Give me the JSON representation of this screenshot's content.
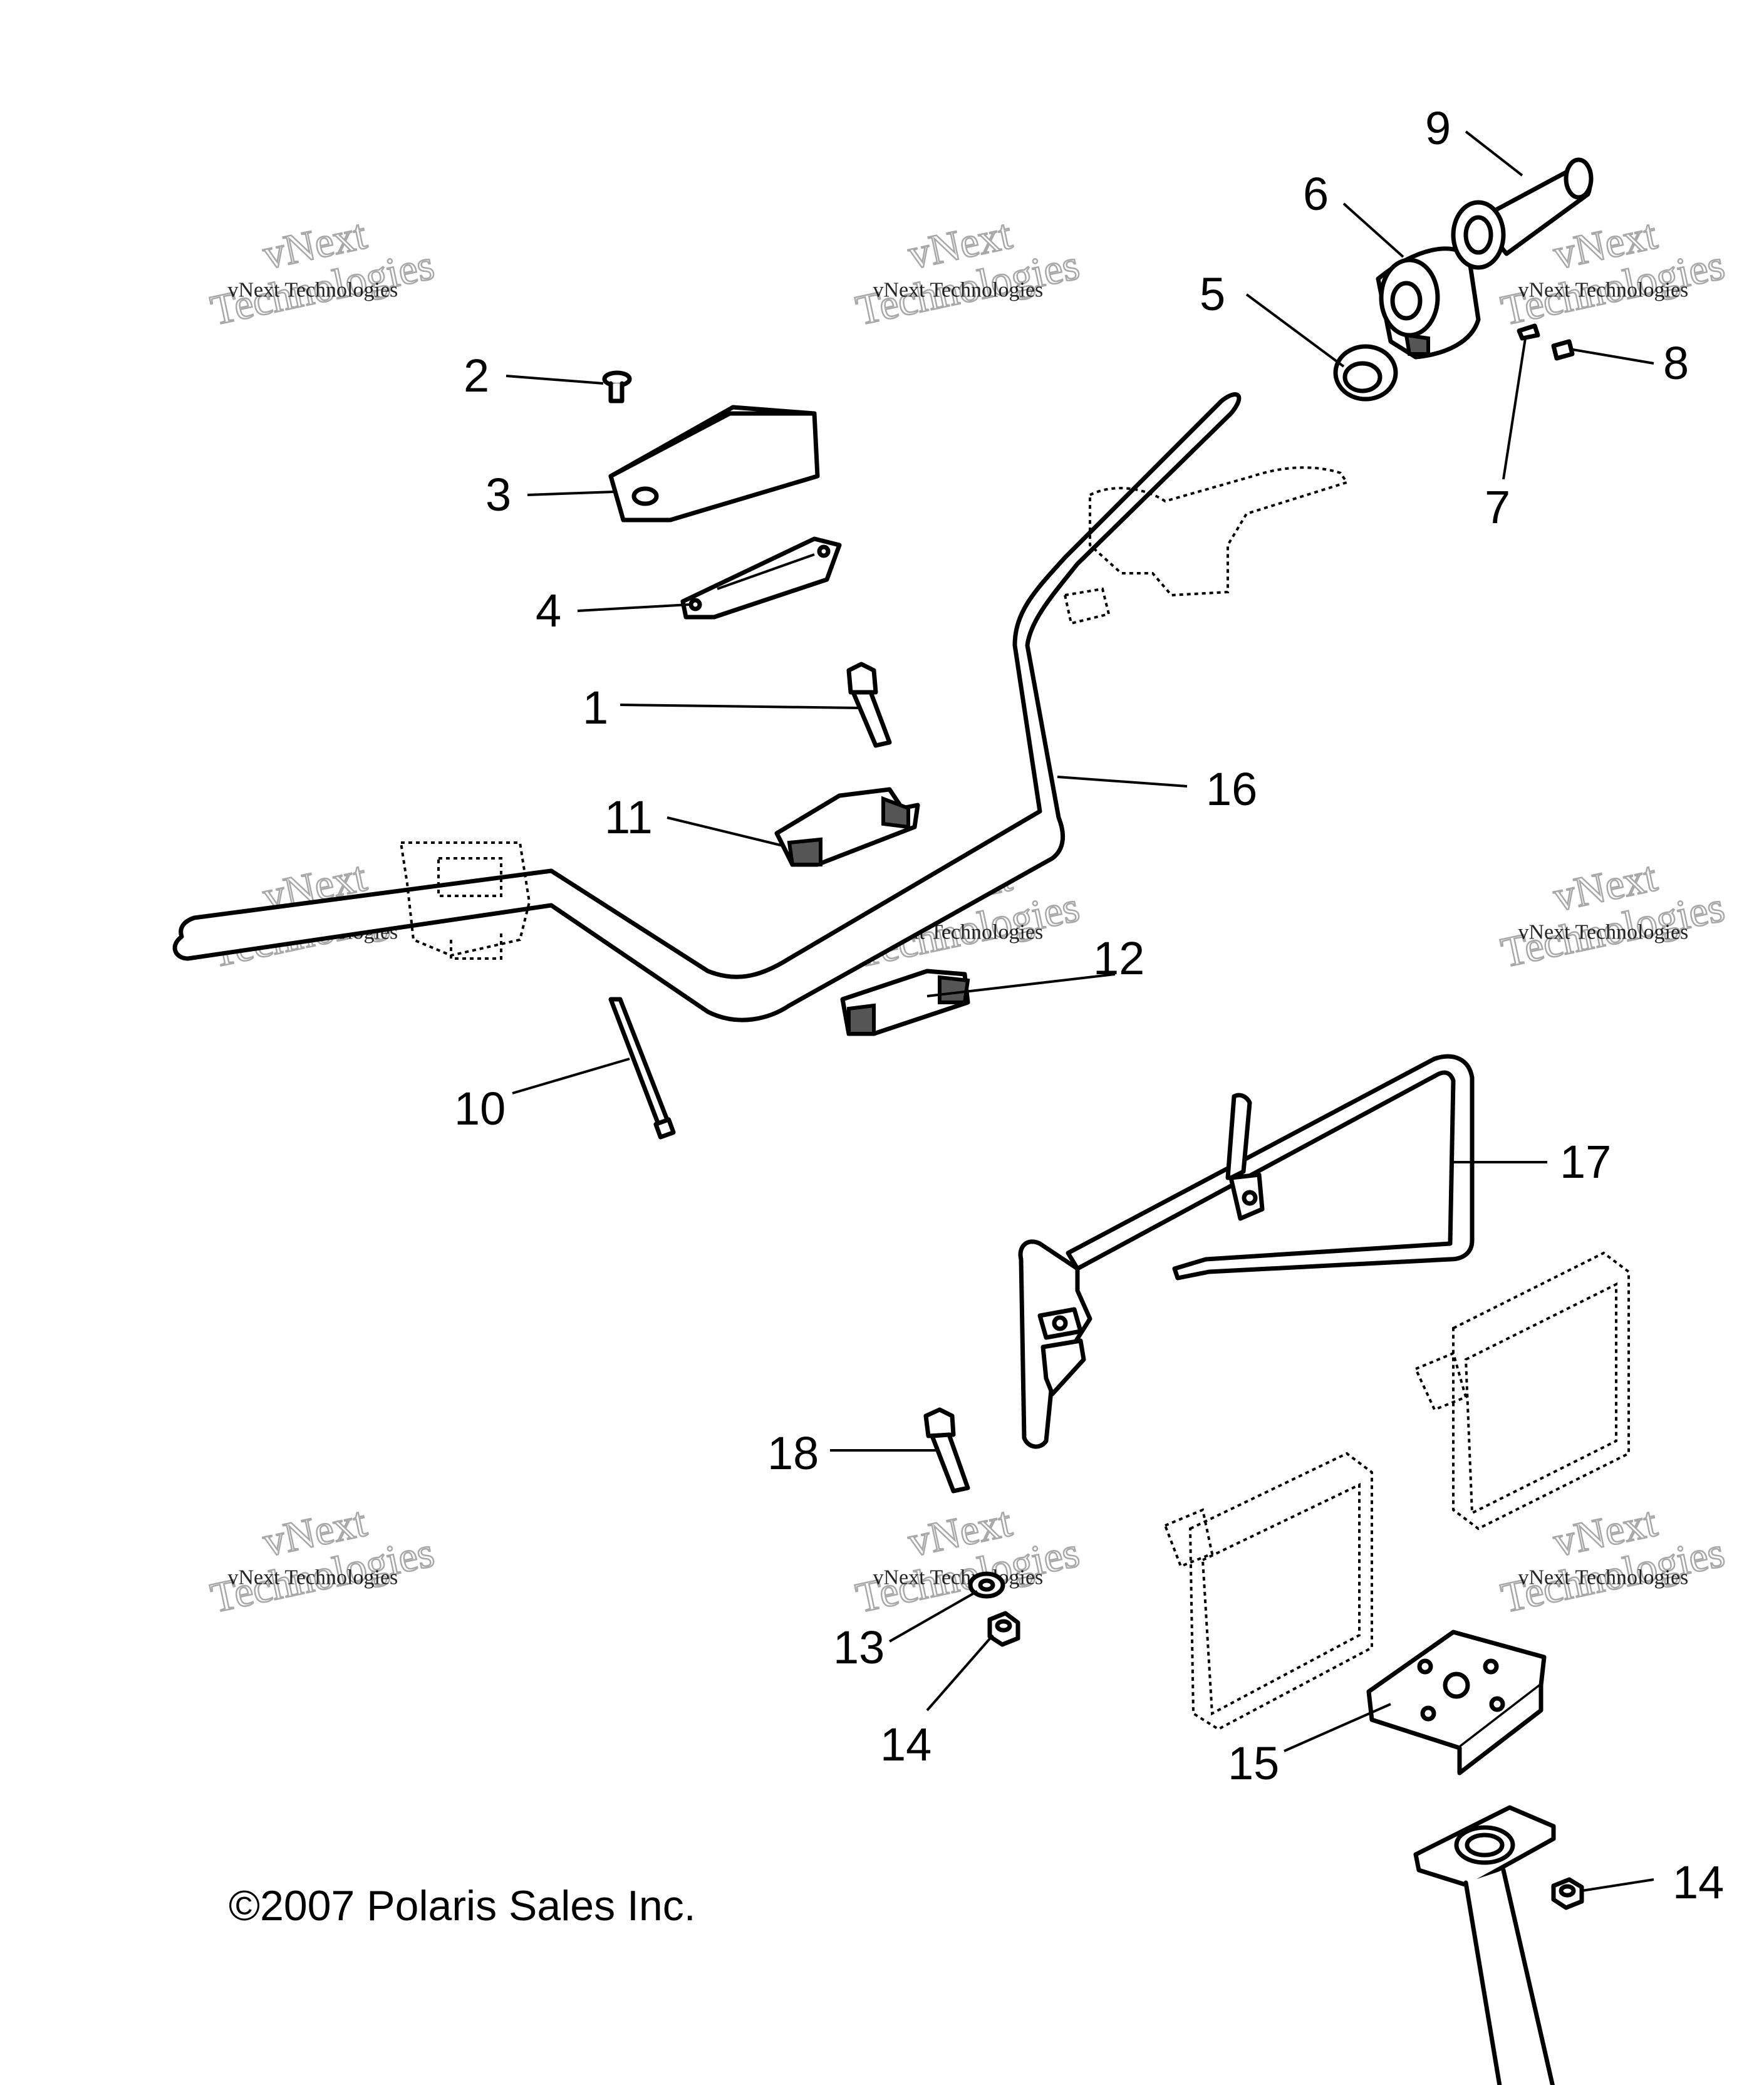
{
  "diagram": {
    "copyright": "©2007 Polaris Sales Inc.",
    "watermark": {
      "line1": "vNext",
      "line2": "Technologies",
      "line3": "vNext Technologies"
    },
    "callouts": [
      "1",
      "2",
      "3",
      "4",
      "5",
      "6",
      "7",
      "8",
      "9",
      "10",
      "11",
      "12",
      "13",
      "14",
      "15",
      "16",
      "17",
      "18"
    ],
    "callout_14_second": "14"
  }
}
